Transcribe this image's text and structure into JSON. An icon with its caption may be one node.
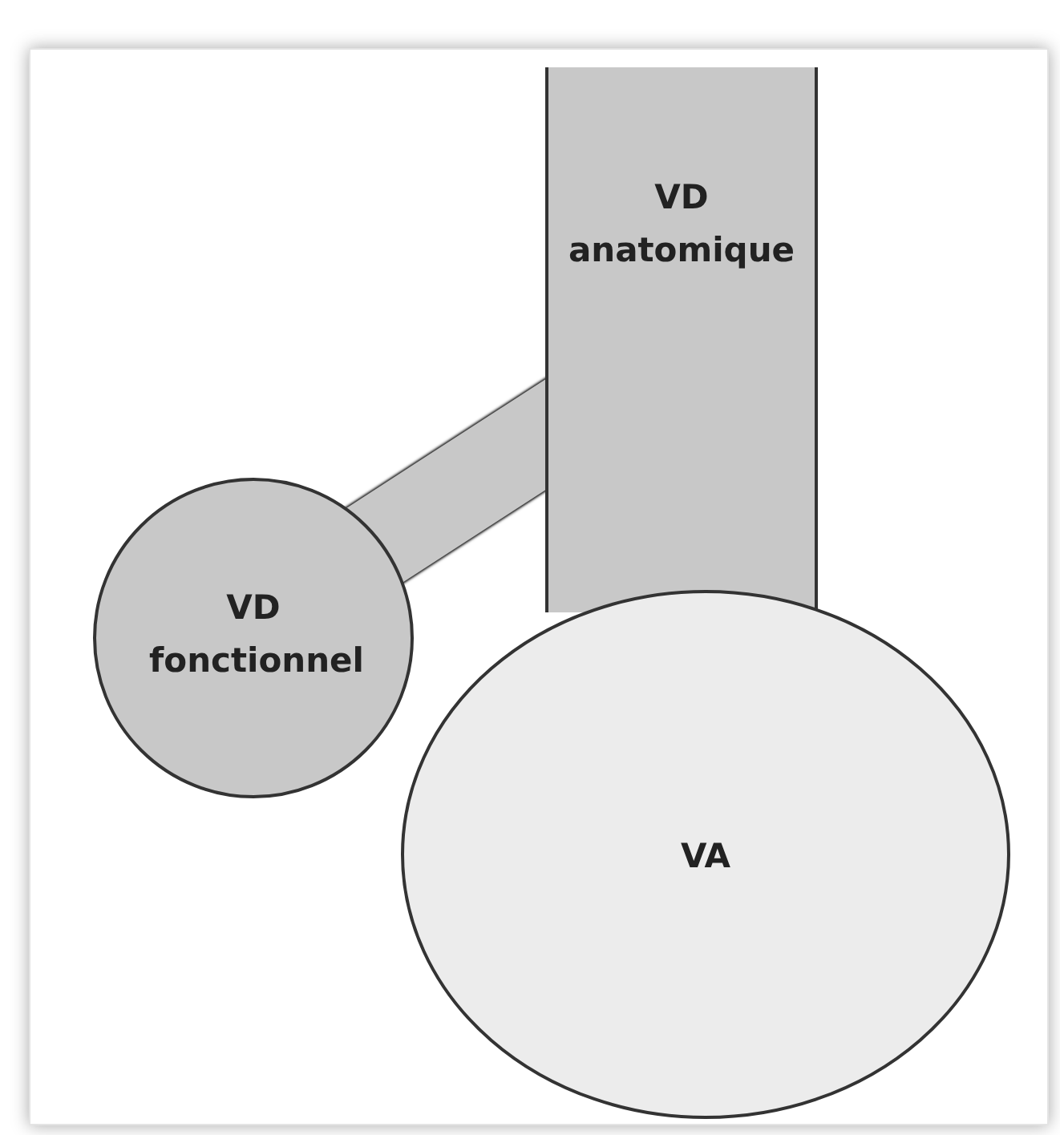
{
  "diagram": {
    "nodes": [
      {
        "text": [
          "VD anatomique"
        ]
      },
      {
        "text": [
          "VD fonctionnel"
        ]
      },
      {
        "text": [
          "VA"
        ]
      }
    ],
    "edges": [
      {
        "from": 1,
        "to": 0,
        "arrow": "none"
      }
    ]
  }
}
